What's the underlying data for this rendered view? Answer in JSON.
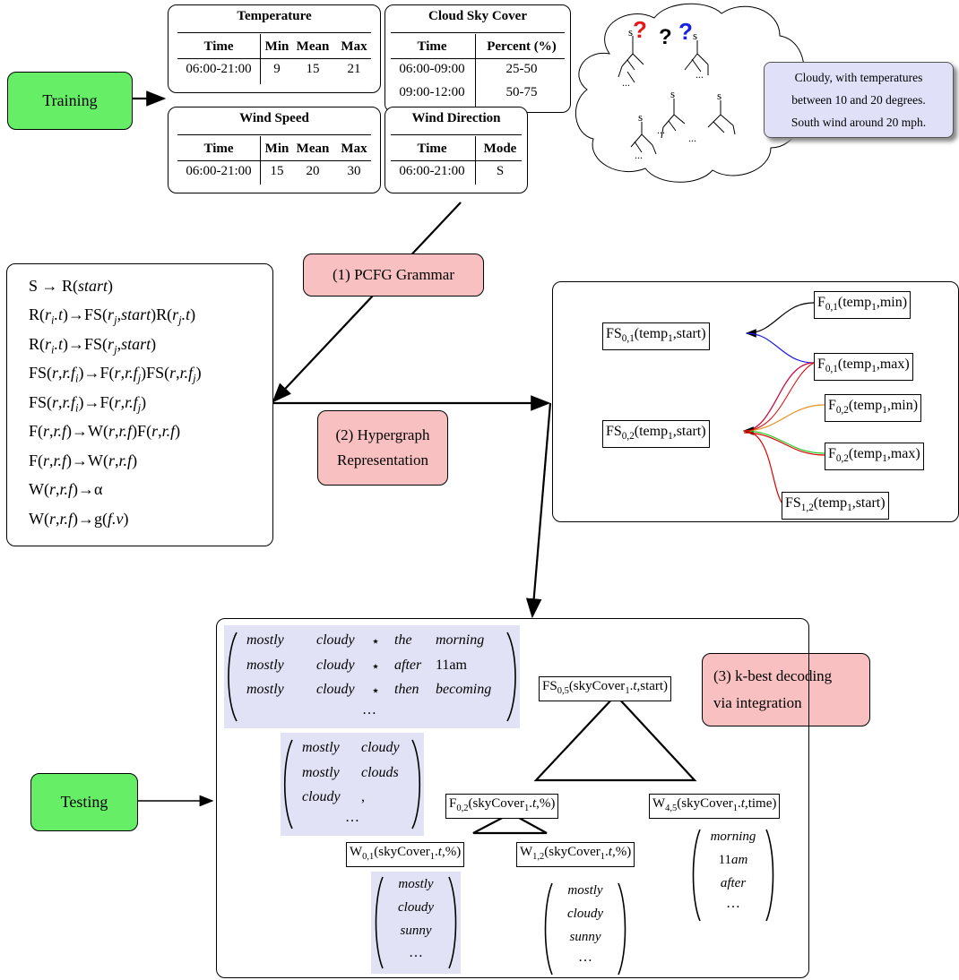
{
  "training_label": "Training",
  "testing_label": "Testing",
  "tables": {
    "temperature": {
      "title": "Temperature",
      "headers": [
        "Time",
        "Min",
        "Mean",
        "Max"
      ],
      "rows": [
        [
          "06:00-21:00",
          "9",
          "15",
          "21"
        ]
      ]
    },
    "cloud_sky_cover": {
      "title": "Cloud Sky Cover",
      "headers": [
        "Time",
        "Percent (%)"
      ],
      "rows": [
        [
          "06:00-09:00",
          "25-50"
        ],
        [
          "09:00-12:00",
          "50-75"
        ]
      ]
    },
    "wind_speed": {
      "title": "Wind Speed",
      "headers": [
        "Time",
        "Min",
        "Mean",
        "Max"
      ],
      "rows": [
        [
          "06:00-21:00",
          "15",
          "20",
          "30"
        ]
      ]
    },
    "wind_direction": {
      "title": "Wind Direction",
      "headers": [
        "Time",
        "Mode"
      ],
      "rows": [
        [
          "06:00-21:00",
          "S"
        ]
      ]
    }
  },
  "cloud": {
    "marks": [
      "?",
      "?",
      "?"
    ],
    "mark_colors": [
      "#e8161b",
      "#000000",
      "#1722e6"
    ],
    "tree_label": "s",
    "ellipsis": "..."
  },
  "forecast_text": [
    "Cloudy, with temperatures",
    "between 10 and 20 degrees.",
    "South wind around 20 mph."
  ],
  "steps": {
    "pcfg": "(1) PCFG Grammar",
    "hypergraph": [
      "(2) Hypergraph",
      "Representation"
    ],
    "kbest": [
      "(3) k-best decoding",
      "via integration"
    ]
  },
  "grammar_rules": [
    "S → R(start)",
    "R(ri.t)→FS(rj,start)R(rj.t)",
    "R(ri.t)→FS(rj,start)",
    "FS(r,r.fi)→F(r,r.fj)FS(r,r.fj)",
    "FS(r,r.fi)→F(r,r.fj)",
    "F(r,r.f)→W(r,r.f)F(r,r.f)",
    "F(r,r.f)→W(r,r.f)",
    "W(r,r.f)→α",
    "W(r,r.f)→g(f.v)"
  ],
  "hypergraph_nodes": {
    "fs01": "FS0,1(temp1,start)",
    "fs02": "FS0,2(temp1,start)",
    "f01min": "F0,1(temp1,min)",
    "f01max": "F0,1(temp1,max)",
    "f02min": "F0,2(temp1,min)",
    "f02max": "F0,2(temp1,max)",
    "fs12": "FS1,2(temp1,start)"
  },
  "edge_colors": {
    "black": "#000000",
    "blue": "#1a1ae6",
    "red": "#cc0033",
    "orange": "#e89020",
    "green": "#22cc22",
    "red2": "#e00000"
  },
  "decoding": {
    "root": "FS0,5(skyCover1.t,start)",
    "f02": "F0,2(skyCover1.t,%)",
    "w45": "W4,5(skyCover1.t,time)",
    "w01": "W0,1(skyCover1.t,%)",
    "w12": "W1,2(skyCover1.t,%)",
    "kbest_full": [
      [
        "mostly",
        "cloudy",
        "⋆",
        "the",
        "morning"
      ],
      [
        "mostly",
        "cloudy",
        "⋆",
        "after",
        "11am"
      ],
      [
        "mostly",
        "cloudy",
        "⋆",
        "then",
        "becoming"
      ]
    ],
    "kbest_f02": [
      [
        "mostly",
        "cloudy"
      ],
      [
        "mostly",
        "clouds"
      ],
      [
        "cloudy",
        ","
      ]
    ],
    "w01_list": [
      "mostly",
      "cloudy",
      "sunny"
    ],
    "w12_list": [
      "mostly",
      "cloudy",
      "sunny"
    ],
    "w45_list": [
      "morning",
      "11am",
      "after"
    ],
    "ellipsis": "…"
  }
}
